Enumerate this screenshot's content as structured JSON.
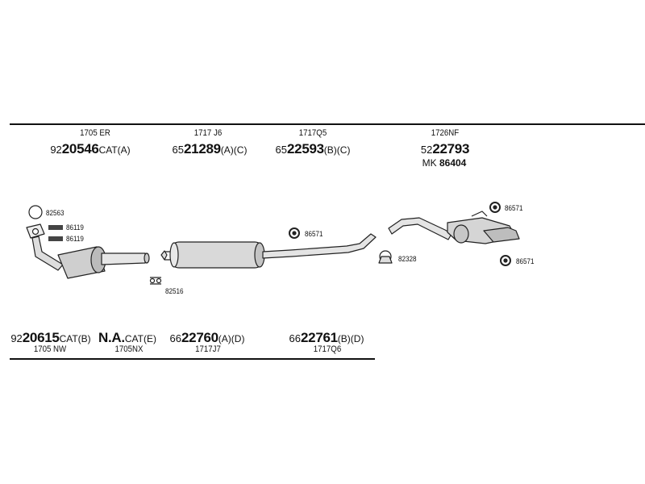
{
  "top_row": [
    {
      "oe": "1705 ER",
      "prefix": "92",
      "number": "20546",
      "suffix": "CAT(A)"
    },
    {
      "oe": "1717 J6",
      "prefix": "65",
      "number": "21289",
      "suffix": "(A)(C)"
    },
    {
      "oe": "1717Q5",
      "prefix": "65",
      "number": "22593",
      "suffix": "(B)(C)"
    },
    {
      "oe": "1726NF",
      "prefix": "52",
      "number": "22793",
      "suffix": "",
      "extra_prefix": "MK",
      "extra_number": "86404"
    }
  ],
  "bottom_row": [
    {
      "prefix": "92",
      "number": "20615",
      "suffix": "CAT(B)",
      "oe": "1705 NW"
    },
    {
      "prefix": "",
      "number": "N.A.",
      "suffix": "CAT(E)",
      "oe": "1705NX"
    },
    {
      "prefix": "66",
      "number": "22760",
      "suffix": "(A)(D)",
      "oe": "1717J7"
    },
    {
      "prefix": "66",
      "number": "22761",
      "suffix": "(B)(D)",
      "oe": "1717Q6"
    }
  ],
  "parts": {
    "p82563": "82563",
    "p86119a": "86119",
    "p86119b": "86119",
    "p82516": "82516",
    "p86571_mid": "86571",
    "p82328": "82328",
    "p86571_top": "86571",
    "p86571_low": "86571"
  }
}
